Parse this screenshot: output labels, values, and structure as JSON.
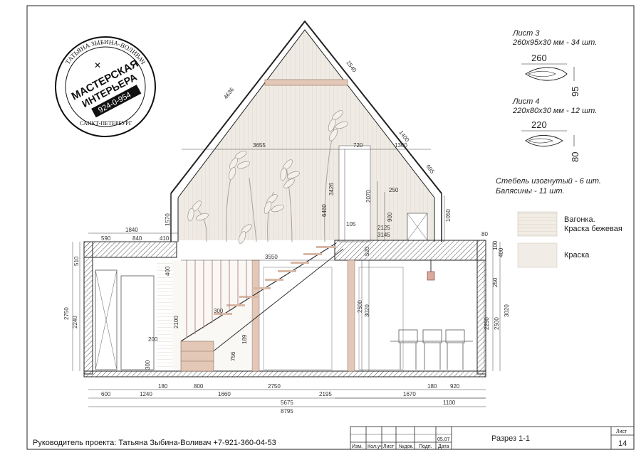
{
  "stamp": {
    "line1": "ТАТЬЯНА ЗЫБИНА-ВОЛИВАЧ",
    "line2": "МАСТЕРСКАЯ",
    "line3": "ИНТЕРЬЕРА",
    "phone": "924-0-954",
    "city": "САНКТ-ПЕТЕРБУРГ"
  },
  "notes": {
    "sheet3_title": "Лист 3",
    "sheet3_spec": "260х95х30 мм        - 34 шт.",
    "sheet3_w": "260",
    "sheet3_h": "95",
    "sheet4_title": "Лист 4",
    "sheet4_spec": "220х80х30 мм        - 12 шт.",
    "sheet4_w": "220",
    "sheet4_h": "80",
    "stem": "Стебель изогнутый - 6 шт.",
    "balusters": "Балясины - 11 шт."
  },
  "legend": {
    "item1_line1": "Вагонка.",
    "item1_line2": "Краска бежевая",
    "item2": "Краска"
  },
  "dims": {
    "roof_left": "4636",
    "roof_right": "2540",
    "d1400": "1400",
    "d3655": "3655",
    "d720": "720",
    "d1300": "1300",
    "d695": "695",
    "d3426": "3426",
    "d6460": "6460",
    "d2070": "2070",
    "d250a": "250",
    "d900": "900",
    "d2125": "2125",
    "d3145": "3145",
    "d105": "105",
    "d1050": "1050",
    "d80": "80",
    "d1570": "1570",
    "d1840": "1840",
    "d590": "590",
    "d840": "840",
    "d410": "410",
    "d510": "510",
    "d400a": "400",
    "d3550": "3550",
    "d100": "100",
    "d400b": "400",
    "d520": "520",
    "d250b": "250",
    "d2750v": "2750",
    "d2240": "2240",
    "d2100": "2100",
    "d300a": "300",
    "d189": "189",
    "d756": "756",
    "d2500a": "2500",
    "d3020a": "3020",
    "d2250": "2250",
    "d2500b": "2500",
    "d3020b": "3020",
    "d200": "200",
    "d300b": "300",
    "b600": "600",
    "b1240": "1240",
    "b180a": "180",
    "b800": "800",
    "b1660": "1660",
    "b2750": "2750",
    "b2195": "2195",
    "b1670": "1670",
    "b180b": "180",
    "b920": "920",
    "b5675": "5675",
    "b1100": "1100",
    "b8795": "8795"
  },
  "title_block": {
    "cols": [
      "Изм.",
      "Кол.уч",
      "Лист",
      "№док.",
      "Подп.",
      "Дата"
    ],
    "date": "05.07",
    "title": "Разрез 1-1",
    "sheet_label": "Лист",
    "sheet_no": "14"
  },
  "footer": "Руководитель проекта: Татьяна Зыбина-Воливач  +7-921-360-04-53"
}
